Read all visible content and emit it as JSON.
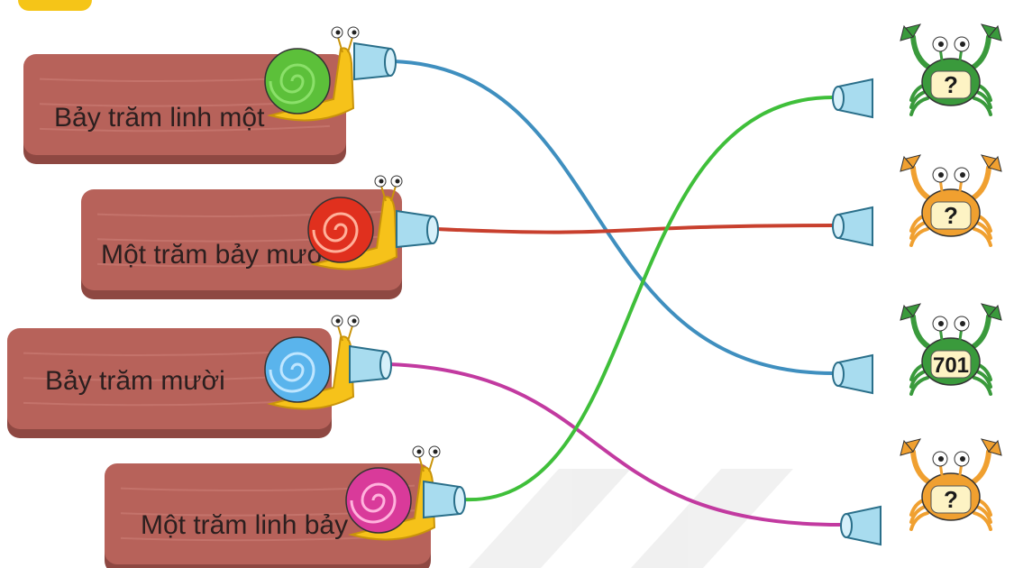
{
  "phrases": [
    {
      "text": "Bảy trăm linh một",
      "snail_color": "#5cc03a",
      "snail_spots": "#8be06a"
    },
    {
      "text": "Một trăm bảy mươi",
      "snail_color": "#e0301e",
      "snail_spots": "#ffb09a"
    },
    {
      "text": "Bảy trăm mười",
      "snail_color": "#5ab4ec",
      "snail_spots": "#bfe6ff"
    },
    {
      "text": "Một trăm linh bảy",
      "snail_color": "#d93a9a",
      "snail_spots": "#ffb3dd"
    }
  ],
  "crabs": [
    {
      "label": "?",
      "color": "#3a9a3c"
    },
    {
      "label": "?",
      "color": "#f0a030"
    },
    {
      "label": "701",
      "color": "#3a9a3c"
    },
    {
      "label": "?",
      "color": "#f0a030"
    }
  ],
  "strings": [
    {
      "from_phrase": 0,
      "to_crab": 2,
      "color": "#3f8fbf"
    },
    {
      "from_phrase": 1,
      "to_crab": 1,
      "color": "#c8402e"
    },
    {
      "from_phrase": 2,
      "to_crab": 3,
      "color": "#c23aa0"
    },
    {
      "from_phrase": 3,
      "to_crab": 0,
      "color": "#3fbf3a"
    }
  ],
  "colors": {
    "plank": "#b7625a",
    "plank_dark": "#8e4842",
    "plank_light": "#c97b72",
    "cup": "#a8dcef",
    "cup_rim": "#2a6f8a",
    "shell_body": "#f6c21a"
  }
}
